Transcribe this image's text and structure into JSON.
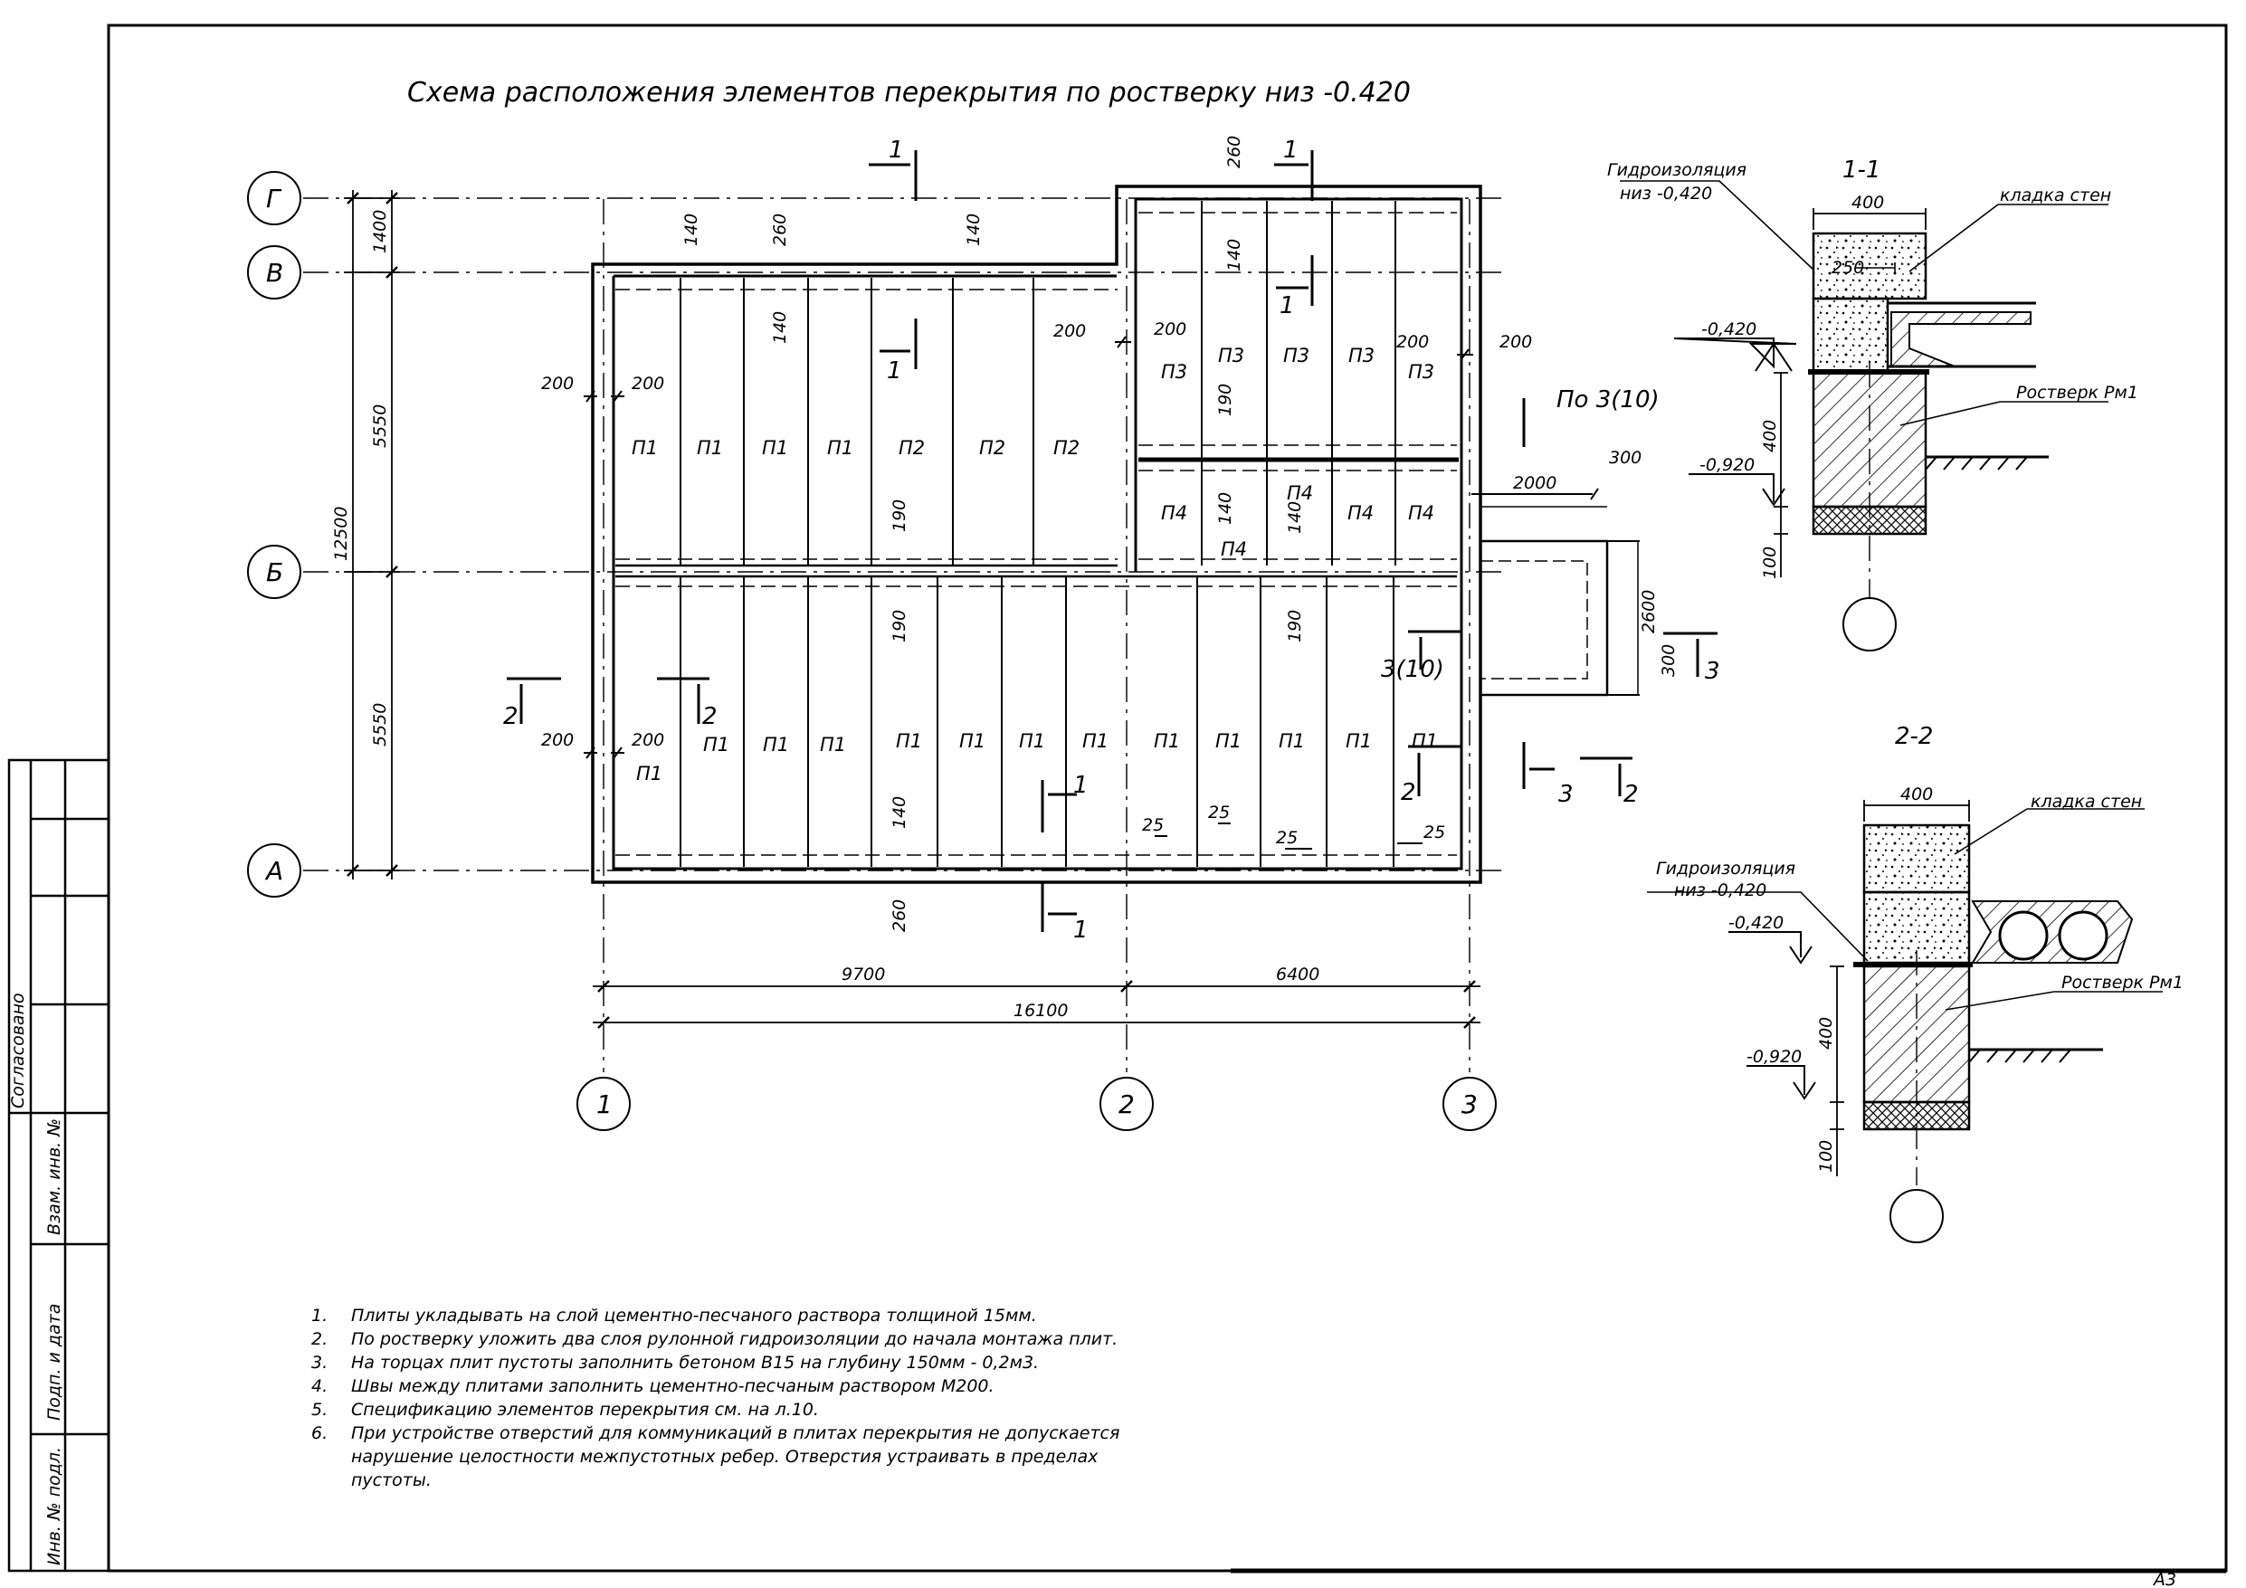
{
  "title": "Схема расположения элементов перекрытия по ростверку низ -0.420",
  "axes_letters": [
    "Г",
    "В",
    "Б",
    "А"
  ],
  "axes_numbers": [
    "1",
    "2",
    "3"
  ],
  "dims_vertical": {
    "total": "12500",
    "gv": "1400",
    "vb": "5550",
    "ba": "5550"
  },
  "dims_horizontal": {
    "d12": "9700",
    "d23": "6400",
    "total": "16100"
  },
  "plates": {
    "p1": "П1",
    "p2": "П2",
    "p3": "П3",
    "p4": "П4"
  },
  "dim_labels": {
    "d140": "140",
    "d260": "260",
    "d200": "200",
    "d190": "190",
    "d25": "25",
    "d2000": "2000",
    "d300": "300",
    "d2600": "2600"
  },
  "section_marks": {
    "s1": "1",
    "s2": "2",
    "s3": "3",
    "s3_10": "3(10)",
    "po3": "По 3(10)"
  },
  "section_1_1": {
    "title": "1-1",
    "waterproof": "Гидроизоляция",
    "waterproof_level": "низ -0,420",
    "wall": "кладка стен",
    "grillage": "Ростверк Рм1",
    "lvl_top": "-0,420",
    "lvl_bot": "-0,920",
    "w400": "400",
    "w250": "250",
    "h400": "400",
    "h100": "100"
  },
  "section_2_2": {
    "title": "2-2",
    "waterproof": "Гидроизоляция",
    "waterproof_level": "низ -0,420",
    "wall": "кладка стен",
    "grillage": "Ростверк Рм1",
    "lvl_top": "-0,420",
    "lvl_bot": "-0,920",
    "w400": "400",
    "h400": "400",
    "h100": "100"
  },
  "notes": [
    {
      "num": "1.",
      "text": "Плиты укладывать на слой цементно-песчаного раствора толщиной 15мм."
    },
    {
      "num": "2.",
      "text": "По ростверку уложить два слоя рулонной гидроизоляции до начала монтажа плит."
    },
    {
      "num": "3.",
      "text": "На торцах плит пустоты заполнить бетоном В15 на глубину 150мм - 0,2м3."
    },
    {
      "num": "4.",
      "text": "Швы между плитами заполнить цементно-песчаным раствором М200."
    },
    {
      "num": "5.",
      "text": "Спецификацию элементов перекрытия см. на л.10."
    },
    {
      "num": "6.",
      "text": "При устройстве отверстий для коммуникаций в плитах перекрытия не допускается"
    },
    {
      "num": "",
      "text": "нарушение целостности межпустотных ребер. Отверстия устраивать в пределах"
    },
    {
      "num": "",
      "text": "пустоты."
    }
  ],
  "side_stamp": {
    "agreed": "Согласовано",
    "inv_repl": "Взам. инв. №",
    "sign_date": "Подп. и дата",
    "inv_orig": "Инв. № подл."
  },
  "format": "А3"
}
